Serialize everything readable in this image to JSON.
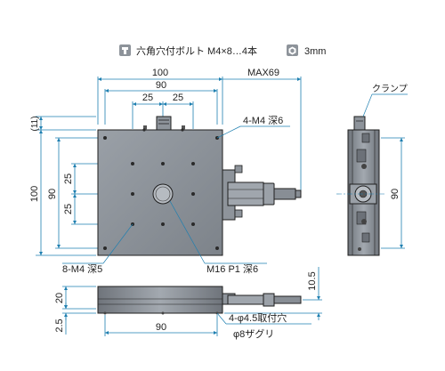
{
  "legend": {
    "bolt_label": "六角穴付ボルト M4×8…4本",
    "hex_label": "3mm"
  },
  "top_view": {
    "dim_100_top": "100",
    "dim_90_top": "90",
    "dim_25_left": "25",
    "dim_25_right": "25",
    "dim_max69": "MAX69",
    "dim_11": "(11)",
    "dim_100_side": "100",
    "dim_90_side": "90",
    "dim_25_upper": "25",
    "dim_25_lower": "25",
    "callout_4m4": "4-M4 深6",
    "callout_8m4": "8-M4 深5",
    "callout_m16": "M16 P1 深6"
  },
  "side_view": {
    "clamp_label": "クランプ",
    "dim_90": "90"
  },
  "front_view": {
    "dim_20": "20",
    "dim_2_5": "2.5",
    "dim_10_5": "10.5",
    "dim_90": "90",
    "callout_holes": "4-φ4.5取付穴",
    "callout_counterbore": "φ8ザグリ"
  },
  "colors": {
    "plate": "#8a8f96",
    "dimension": "#1e7fb0",
    "outline": "#1f1f1f"
  },
  "icons": [
    "bolt-icon",
    "hex-socket-icon"
  ]
}
